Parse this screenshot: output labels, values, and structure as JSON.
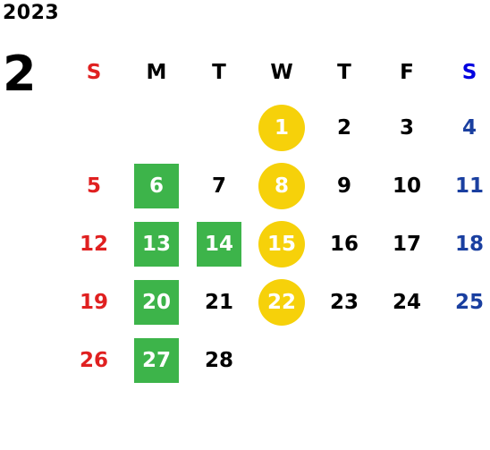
{
  "calendar": {
    "year": "2023",
    "month": "2",
    "weekdays": [
      "S",
      "M",
      "T",
      "W",
      "T",
      "F",
      "S"
    ],
    "weeks": [
      [
        null,
        null,
        null,
        {
          "day": "1",
          "mark": "yellow"
        },
        {
          "day": "2"
        },
        {
          "day": "3"
        },
        {
          "day": "4"
        }
      ],
      [
        {
          "day": "5"
        },
        {
          "day": "6",
          "mark": "green"
        },
        {
          "day": "7"
        },
        {
          "day": "8",
          "mark": "yellow"
        },
        {
          "day": "9"
        },
        {
          "day": "10"
        },
        {
          "day": "11"
        }
      ],
      [
        {
          "day": "12"
        },
        {
          "day": "13",
          "mark": "green"
        },
        {
          "day": "14",
          "mark": "green"
        },
        {
          "day": "15",
          "mark": "yellow"
        },
        {
          "day": "16"
        },
        {
          "day": "17"
        },
        {
          "day": "18"
        }
      ],
      [
        {
          "day": "19"
        },
        {
          "day": "20",
          "mark": "green"
        },
        {
          "day": "21"
        },
        {
          "day": "22",
          "mark": "yellow"
        },
        {
          "day": "23"
        },
        {
          "day": "24"
        },
        {
          "day": "25"
        }
      ],
      [
        {
          "day": "26"
        },
        {
          "day": "27",
          "mark": "green"
        },
        {
          "day": "28"
        },
        null,
        null,
        null,
        null
      ]
    ],
    "colors": {
      "sunday": "#e02020",
      "saturday": "#1a3fa0",
      "green_mark": "#3db44a",
      "yellow_mark": "#f6d10a"
    }
  }
}
